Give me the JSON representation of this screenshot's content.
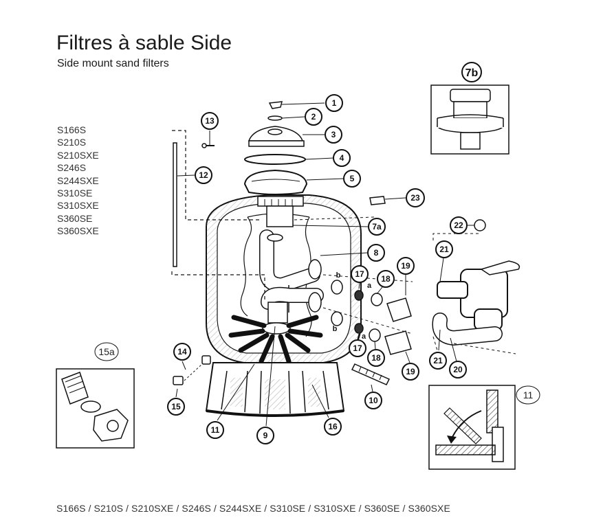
{
  "header": {
    "title": "Filtres à sable Side",
    "subtitle": "Side mount sand filters"
  },
  "models": [
    "S166S",
    "S210S",
    "S210SXE",
    "S246S",
    "S244SXE",
    "S310SE",
    "S310SXE",
    "S360SE",
    "S360SXE"
  ],
  "footer": "S166S / S210S / S210SXE / S246S / S244SXE / S310SE / S310SXE / S360SE / S360SXE",
  "callouts": {
    "c1": "1",
    "c2": "2",
    "c3": "3",
    "c4": "4",
    "c5": "5",
    "c7a": "7a",
    "c7b": "7b",
    "c8": "8",
    "c9": "9",
    "c10": "10",
    "c11": "11",
    "c11_inset": "11",
    "c12": "12",
    "c13": "13",
    "c14": "14",
    "c15": "15",
    "c15a": "15a",
    "c16": "16",
    "c17_top": "17",
    "c17_bottom": "17",
    "c18_top": "18",
    "c18_bottom": "18",
    "c19_top": "19",
    "c19_bottom": "19",
    "c20": "20",
    "c21_top": "21",
    "c21_bottom": "21",
    "c22": "22",
    "c23": "23"
  },
  "sub_letters": {
    "a_top": "a",
    "b_top": "b",
    "a_bottom": "a",
    "b_bottom": "b"
  }
}
